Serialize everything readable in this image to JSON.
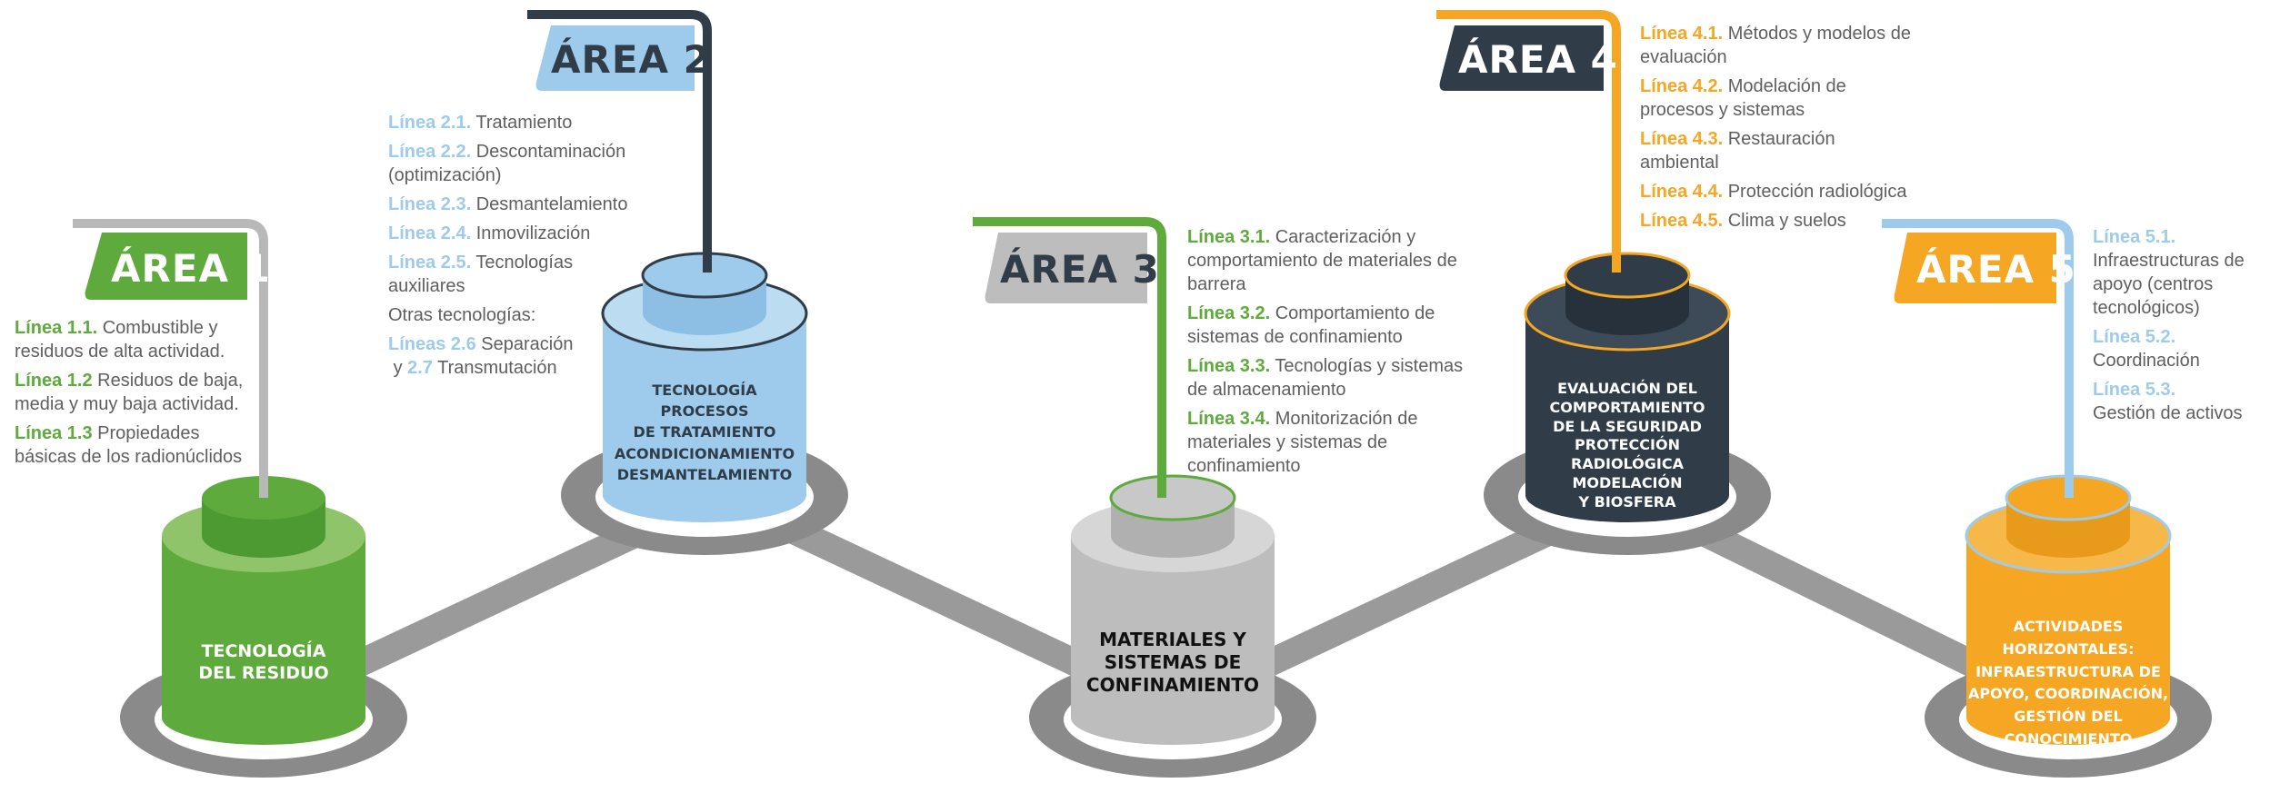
{
  "areas": [
    {
      "flag": "ÁREA 1",
      "cylinder": [
        "TECNOLOGÍA",
        "DEL RESIDUO"
      ],
      "lines": [
        {
          "code": "Línea 1.1.",
          "text": "Combustible y residuos de alta actividad."
        },
        {
          "code": "Línea 1.2",
          "text": "Residuos de baja, media y muy baja actividad."
        },
        {
          "code": "Línea 1.3",
          "text": "Propiedades básicas de los radionúclidos"
        }
      ]
    },
    {
      "flag": "ÁREA 2",
      "cylinder": [
        "TECNOLOGÍA",
        "PROCESOS",
        "DE TRATAMIENTO",
        "ACONDICIONAMIENTO",
        "DESMANTELAMIENTO"
      ],
      "lines": [
        {
          "code": "Línea 2.1.",
          "text": "Tratamiento"
        },
        {
          "code": "Línea 2.2.",
          "text": "Descontaminación (optimización)"
        },
        {
          "code": "Línea 2.3.",
          "text": "Desmantelamiento"
        },
        {
          "code": "Línea 2.4.",
          "text": "Inmovilización"
        },
        {
          "code": "Línea 2.5.",
          "text": "Tecnologías auxiliares"
        }
      ],
      "other_heading": "Otras tecnologías:",
      "other_code_a": "Líneas 2.6",
      "other_text_a": "Separación",
      "other_prefix_b": "y",
      "other_code_b": "2.7",
      "other_text_b": "Transmutación"
    },
    {
      "flag": "ÁREA 3",
      "cylinder": [
        "MATERIALES Y",
        "SISTEMAS DE",
        "CONFINAMIENTO"
      ],
      "lines": [
        {
          "code": "Línea 3.1.",
          "text": "Caracterización y comportamiento de materiales de barrera"
        },
        {
          "code": "Línea 3.2.",
          "text": "Comportamiento de sistemas de confinamiento"
        },
        {
          "code": "Línea 3.3.",
          "text": "Tecnologías y sistemas de almacenamiento"
        },
        {
          "code": "Línea 3.4.",
          "text": "Monitorización de materiales y sistemas de confinamiento"
        }
      ]
    },
    {
      "flag": "ÁREA 4",
      "cylinder": [
        "EVALUACIÓN DEL",
        "COMPORTAMIENTO",
        "DE LA SEGURIDAD",
        "PROTECCIÓN",
        "RADIOLÓGICA",
        "MODELACIÓN",
        "Y BIOSFERA"
      ],
      "lines": [
        {
          "code": "Línea 4.1.",
          "text": "Métodos y modelos de evaluación"
        },
        {
          "code": "Línea 4.2.",
          "text": "Modelación de procesos y sistemas"
        },
        {
          "code": "Línea 4.3.",
          "text": "Restauración ambiental"
        },
        {
          "code": "Línea 4.4.",
          "text": "Protección radiológica"
        },
        {
          "code": "Línea 4.5.",
          "text": "Clima y suelos"
        }
      ]
    },
    {
      "flag": "ÁREA 5",
      "cylinder": [
        "ACTIVIDADES",
        "HORIZONTALES:",
        "INFRAESTRUCTURA DE",
        "APOYO, COORDINACIÓN,",
        "GESTIÓN DEL",
        "CONOCIMIENTO"
      ],
      "lines": [
        {
          "code": "Línea 5.1.",
          "text": "Infraestructuras de apoyo (centros tecnológicos)"
        },
        {
          "code": "Línea 5.2.",
          "text": "Coordinación"
        },
        {
          "code": "Línea 5.3.",
          "text": "Gestión de activos"
        }
      ]
    }
  ],
  "colors": {
    "area1": "#5eaa3d",
    "area2": "#9ecbeb",
    "area3": "#bdbdbd",
    "area4": "#303c48",
    "area5": "#f5a623",
    "code1": "#5eaa3d",
    "code2": "#9ecbeb",
    "code3": "#5eaa3d",
    "code4": "#f5a623",
    "code5": "#9ecbeb",
    "track": "#9a9a9a"
  }
}
